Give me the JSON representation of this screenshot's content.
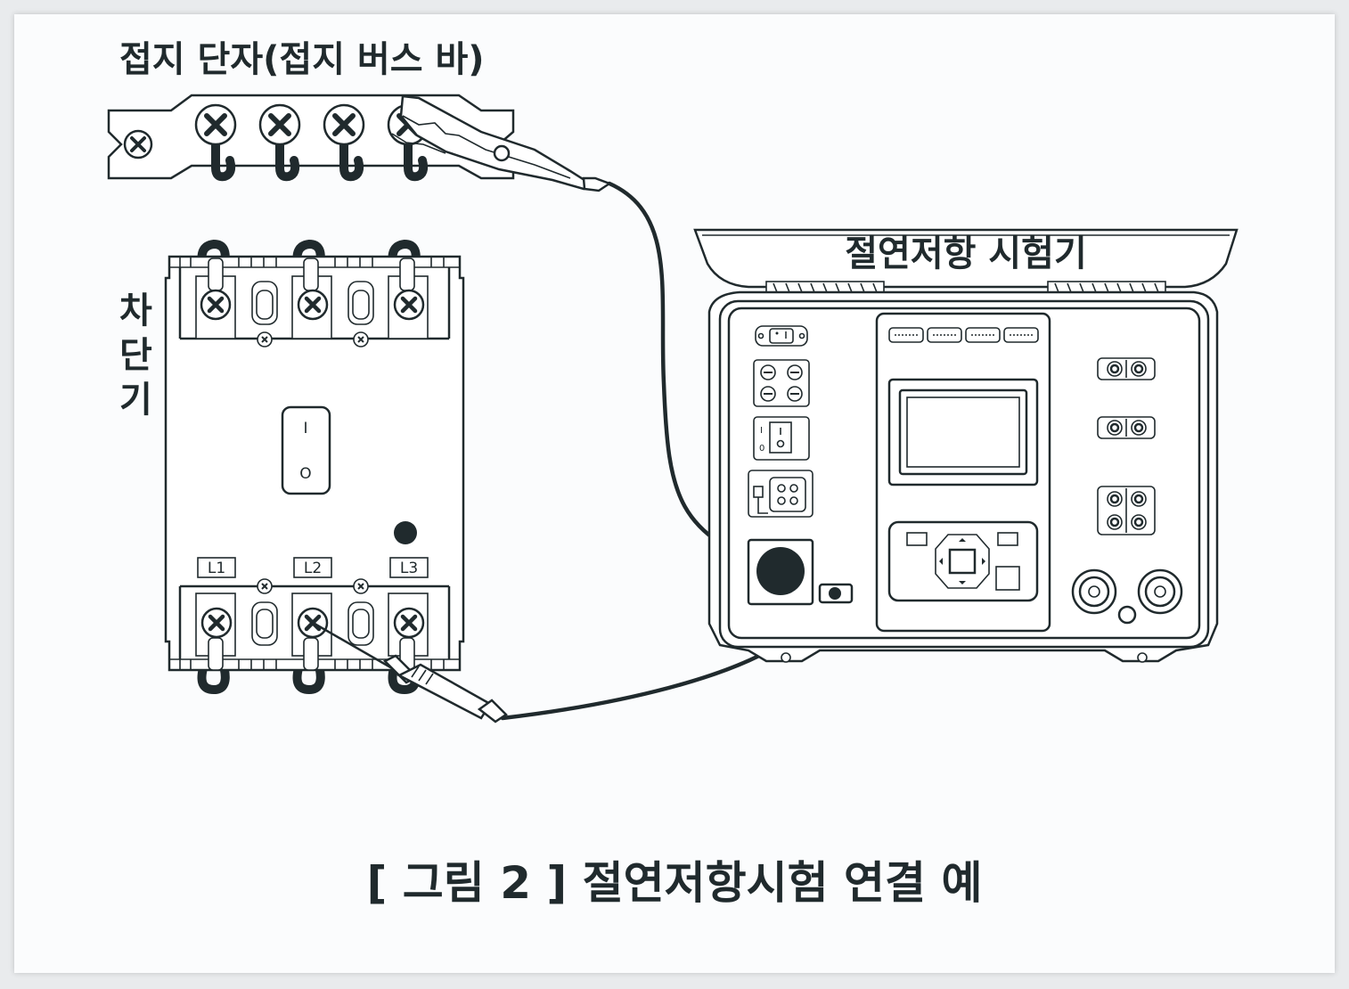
{
  "labels": {
    "bus_bar": "접지 단자(접지 버스 바)",
    "breaker_line1": "차",
    "breaker_line2": "단",
    "breaker_line3": "기",
    "tester": "절연저항 시험기",
    "caption": "[ 그림 2 ]  절연저항시험 연결 예"
  },
  "breaker": {
    "terminals": [
      "L1",
      "L2",
      "L3"
    ],
    "switch_on_mark": "I",
    "switch_off_mark": "O"
  },
  "tester_panel": {
    "power_on_mark": "I",
    "power_off_mark": "0"
  },
  "colors": {
    "ink": "#202a2d",
    "paper": "#fbfcfd",
    "background": "#e9ebed"
  }
}
